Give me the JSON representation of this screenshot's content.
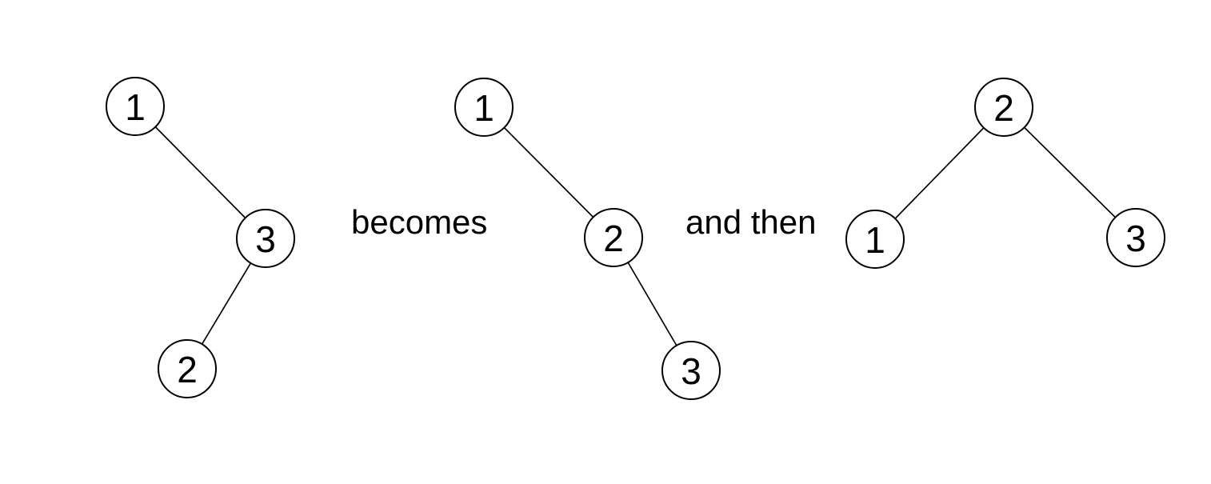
{
  "figure": {
    "background_color": "#ffffff",
    "line_color": "#000000",
    "text_color": "#000000",
    "trees": [
      {
        "nodes": [
          {
            "label": "1"
          },
          {
            "label": "3"
          },
          {
            "label": "2"
          }
        ],
        "edges": [
          {
            "from": "1",
            "to": "3"
          },
          {
            "from": "3",
            "to": "2"
          }
        ]
      },
      {
        "nodes": [
          {
            "label": "1"
          },
          {
            "label": "2"
          },
          {
            "label": "3"
          }
        ],
        "edges": [
          {
            "from": "1",
            "to": "2"
          },
          {
            "from": "2",
            "to": "3"
          }
        ]
      },
      {
        "nodes": [
          {
            "label": "2"
          },
          {
            "label": "1"
          },
          {
            "label": "3"
          }
        ],
        "edges": [
          {
            "from": "2",
            "to": "1"
          },
          {
            "from": "2",
            "to": "3"
          }
        ]
      }
    ],
    "captions": [
      {
        "text": "becomes"
      },
      {
        "text": "and then"
      }
    ]
  }
}
